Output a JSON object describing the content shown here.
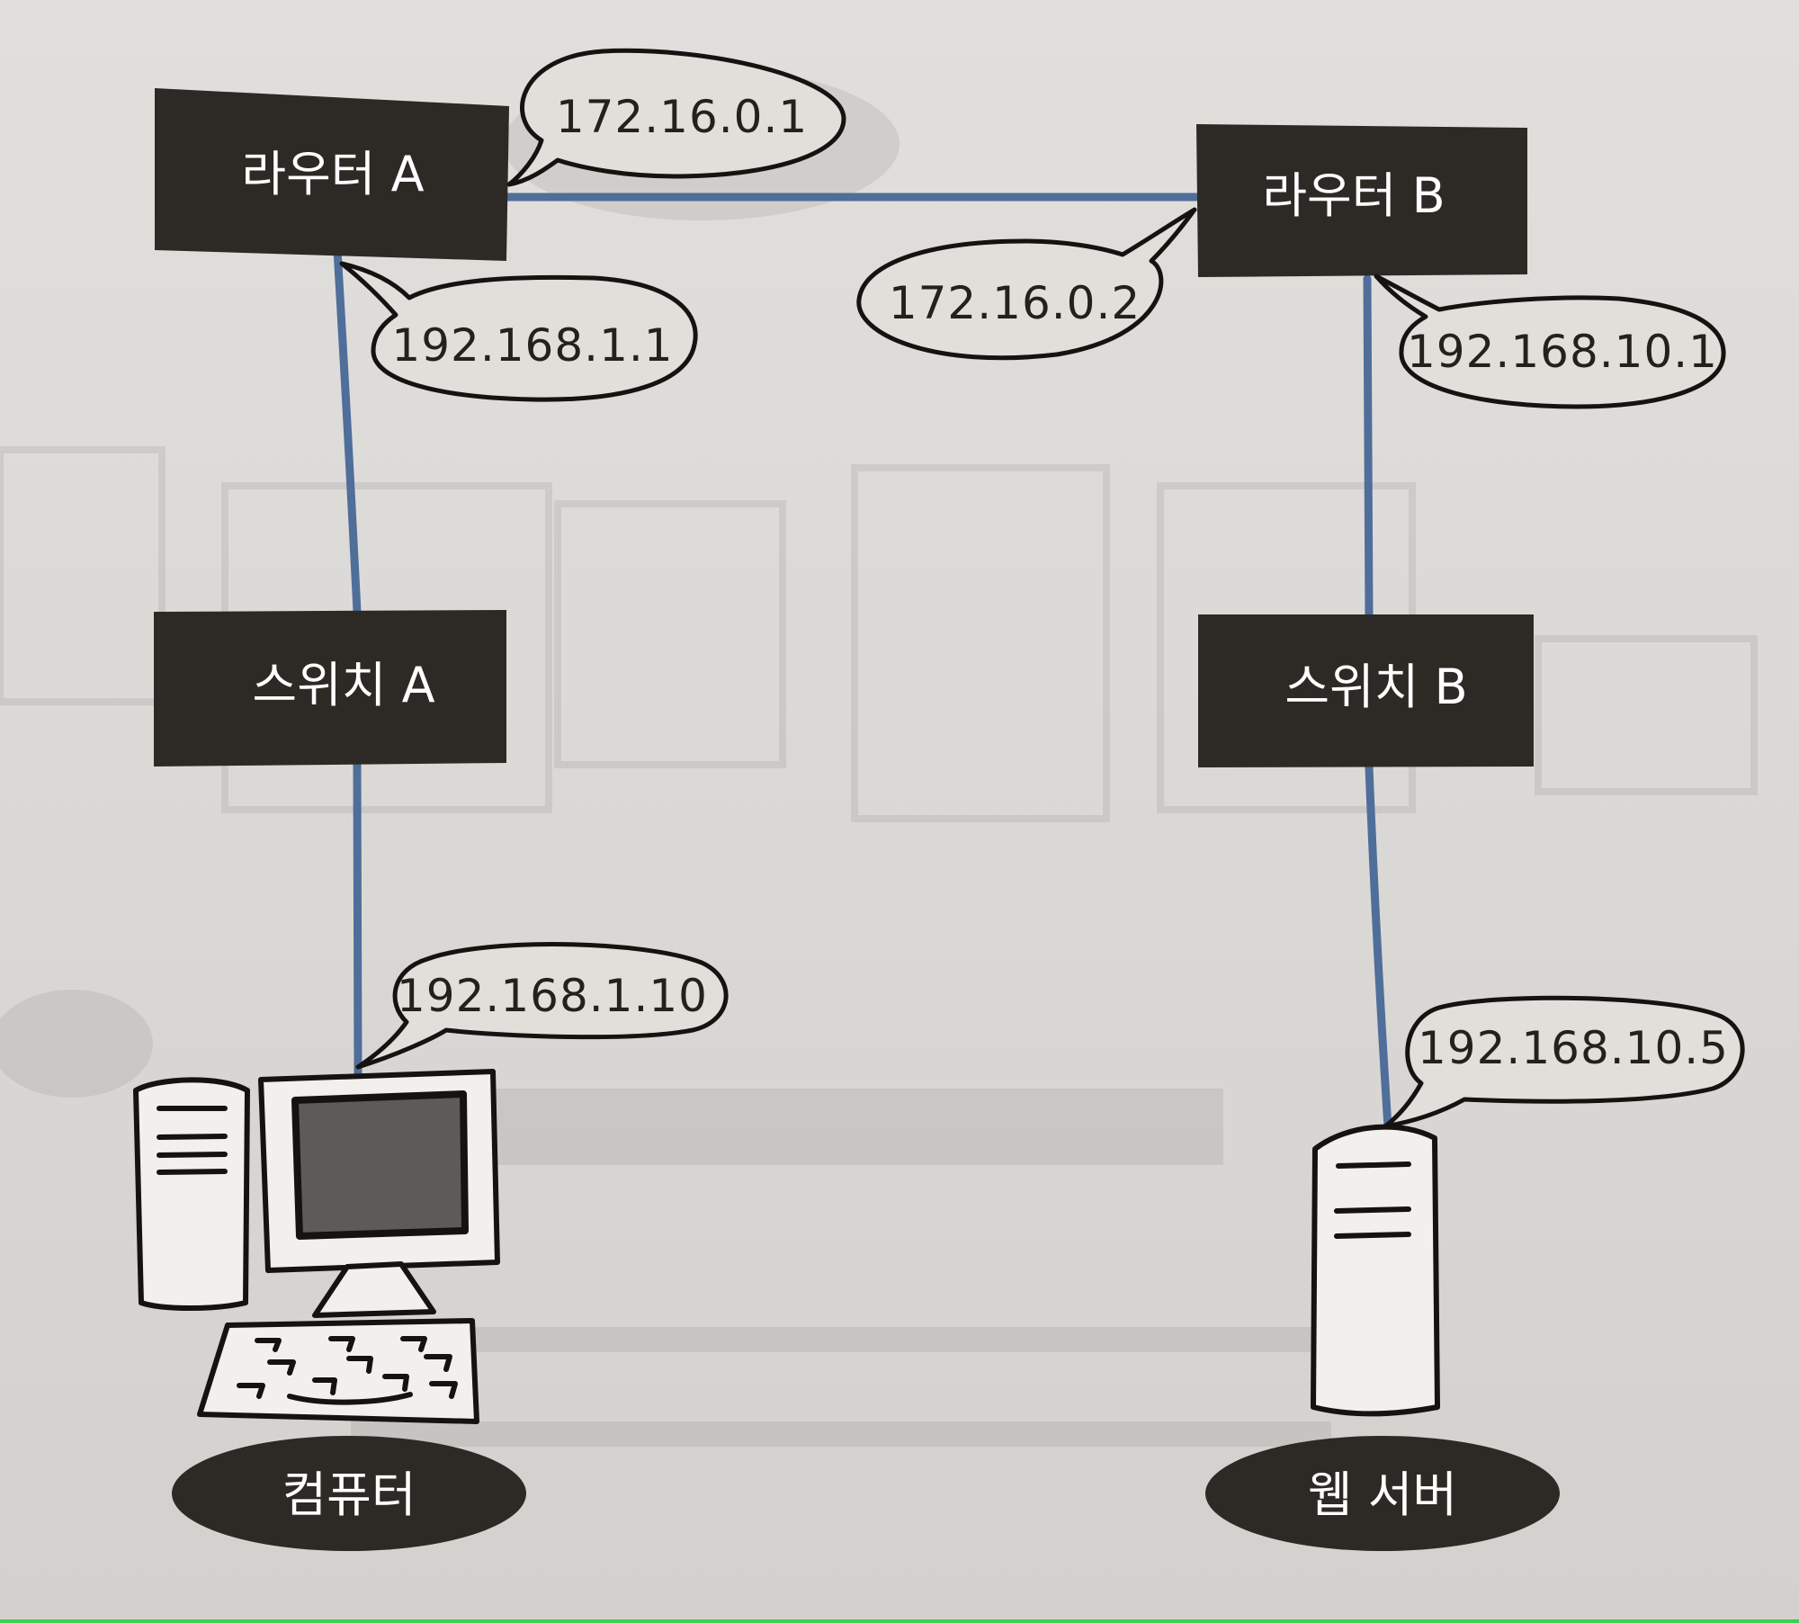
{
  "network": {
    "router_a": {
      "label": "라우터 A",
      "wan_ip": "172.16.0.1",
      "lan_ip": "192.168.1.1"
    },
    "router_b": {
      "label": "라우터 B",
      "wan_ip": "172.16.0.2",
      "lan_ip": "192.168.10.1"
    },
    "switch_a": {
      "label": "스위치 A"
    },
    "switch_b": {
      "label": "스위치 B"
    },
    "computer": {
      "label": "컴퓨터",
      "ip": "192.168.1.10"
    },
    "web_server": {
      "label": "웹 서버",
      "ip": "192.168.10.5"
    }
  },
  "colors": {
    "link": "#4f6e9a",
    "box": "#2d2924",
    "paper": "#dcdad7",
    "screen": "#5c5b59"
  }
}
